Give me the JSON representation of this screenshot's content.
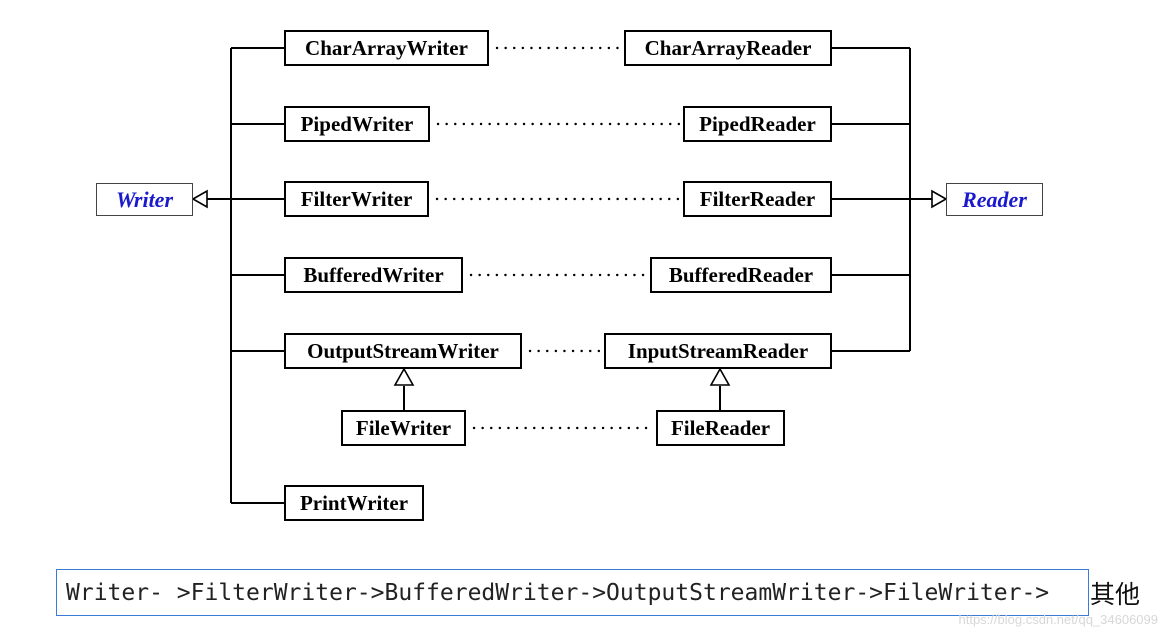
{
  "roots": {
    "writer": "Writer",
    "reader": "Reader"
  },
  "writers": {
    "char_array": "CharArrayWriter",
    "piped": "PipedWriter",
    "filter": "FilterWriter",
    "buffered": "BufferedWriter",
    "output_stream": "OutputStreamWriter",
    "file": "FileWriter",
    "print": "PrintWriter"
  },
  "readers": {
    "char_array": "CharArrayReader",
    "piped": "PipedReader",
    "filter": "FilterReader",
    "buffered": "BufferedReader",
    "input_stream": "InputStreamReader",
    "file": "FileReader"
  },
  "chain": {
    "text": "Writer- >FilterWriter->BufferedWriter->OutputStreamWriter->FileWriter->",
    "tail": "其他"
  },
  "watermark": "https://blog.csdn.net/qq_34606099",
  "colors": {
    "root_text": "#1a1acc",
    "chain_border": "#3a7bd5"
  }
}
